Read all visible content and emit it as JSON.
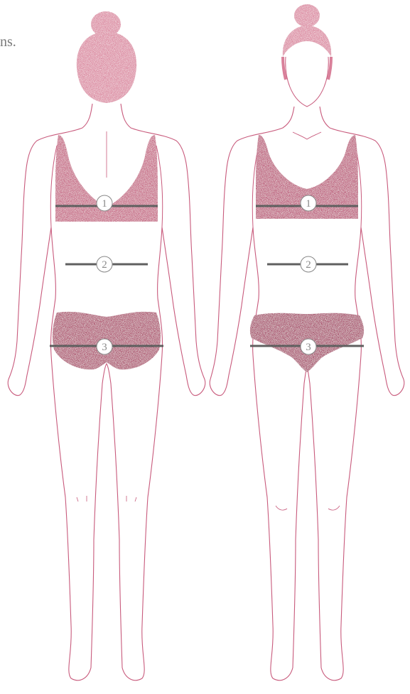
{
  "caption": "ns.",
  "colors": {
    "outline": "#c85a7c",
    "fabric": "#b04a6c",
    "hair": "#d9809a",
    "measure_line": "#5f5f5f",
    "badge_border": "#888888"
  },
  "figures": [
    {
      "view": "back",
      "markers": [
        {
          "label": "1",
          "name": "bust"
        },
        {
          "label": "2",
          "name": "waist"
        },
        {
          "label": "3",
          "name": "hips"
        }
      ]
    },
    {
      "view": "front",
      "markers": [
        {
          "label": "1",
          "name": "bust"
        },
        {
          "label": "2",
          "name": "waist"
        },
        {
          "label": "3",
          "name": "hips"
        }
      ]
    }
  ]
}
